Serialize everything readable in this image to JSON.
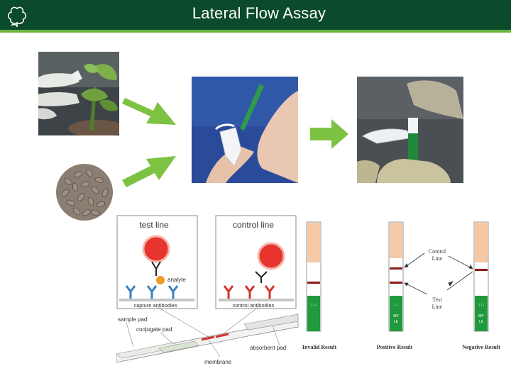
{
  "header": {
    "title": "Lateral Flow Assay"
  },
  "colors": {
    "header_bg": "#0b4a2a",
    "accent_green": "#7dc242",
    "result_red": "#e8342f"
  },
  "diagram": {
    "test_line_label": "test line",
    "control_line_label": "control line",
    "analyte_label": "analyte",
    "capture_antibodies_label": "capture antibodies",
    "control_antibodies_label": "control antibodies",
    "sample_pad_label": "sample pad",
    "conjugate_pad_label": "conjugate pad",
    "absorbent_pad_label": "absorbent pad",
    "membrane_label": "membrane"
  },
  "results": {
    "control_line": "Control\nLine",
    "control_line_1": "Control",
    "control_line_2": "Line",
    "test_line_1": "Test",
    "test_line_2": "Line",
    "invalid": "Invalid Result",
    "positive": "Positive Result",
    "negative": "Negative Result",
    "strip_code_1": "MP",
    "strip_code_2": "LE"
  }
}
